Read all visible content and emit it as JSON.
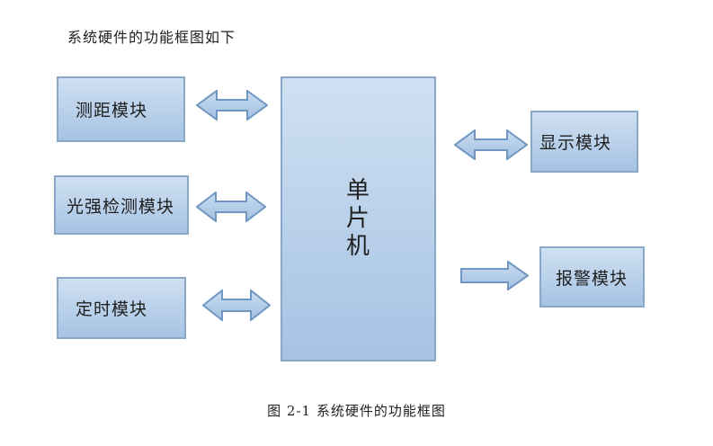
{
  "title": "系统硬件的功能框图如下",
  "caption": "图 2-1 系统硬件的功能框图",
  "colors": {
    "background": "#ffffff",
    "text": "#1f1f1f",
    "box_fill_top": "#cfe0f2",
    "box_fill_bottom": "#a6c3e3",
    "box_border": "#8aa7c8",
    "arrow_fill_top": "#c9dcf1",
    "arrow_fill_bottom": "#a3c1e1",
    "arrow_border": "#7097c1"
  },
  "diagram": {
    "center": {
      "label": "单片机",
      "chars": [
        "单",
        "片",
        "机"
      ]
    },
    "left_modules": [
      {
        "label": "测距模块"
      },
      {
        "label": "光强检测模块"
      },
      {
        "label": "定时模块"
      }
    ],
    "right_modules": [
      {
        "label": "显示模块"
      },
      {
        "label": "报警模块"
      }
    ],
    "connections": [
      {
        "from": "测距模块",
        "to": "单片机",
        "type": "bidirectional"
      },
      {
        "from": "光强检测模块",
        "to": "单片机",
        "type": "bidirectional"
      },
      {
        "from": "定时模块",
        "to": "单片机",
        "type": "bidirectional"
      },
      {
        "from": "单片机",
        "to": "显示模块",
        "type": "bidirectional"
      },
      {
        "from": "单片机",
        "to": "报警模块",
        "type": "unidirectional"
      }
    ]
  }
}
